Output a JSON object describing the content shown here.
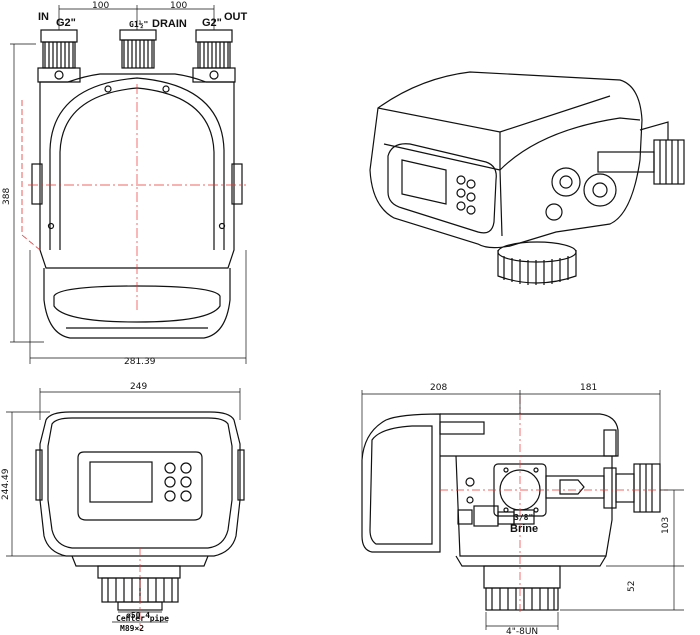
{
  "top_view": {
    "port_in": "IN",
    "port_in_size": "G2\"",
    "drain_size": "G1½\"",
    "drain": "DRAIN",
    "port_out_size": "G2\"",
    "port_out": "OUT",
    "dim_left_spacing": "100",
    "dim_right_spacing": "100",
    "dim_height": "388",
    "dim_width": "281.39"
  },
  "front_view": {
    "dim_width": "249",
    "dim_height": "244.49",
    "center_pipe_dia": "ø50.4",
    "center_pipe": "Center pipe",
    "thread": "M89×2"
  },
  "side_view": {
    "dim_left": "208",
    "dim_right": "181",
    "brine_size": "3/8\"",
    "brine": "Brine",
    "dim_103": "103",
    "dim_52": "52",
    "thread": "4\"-8UN"
  }
}
